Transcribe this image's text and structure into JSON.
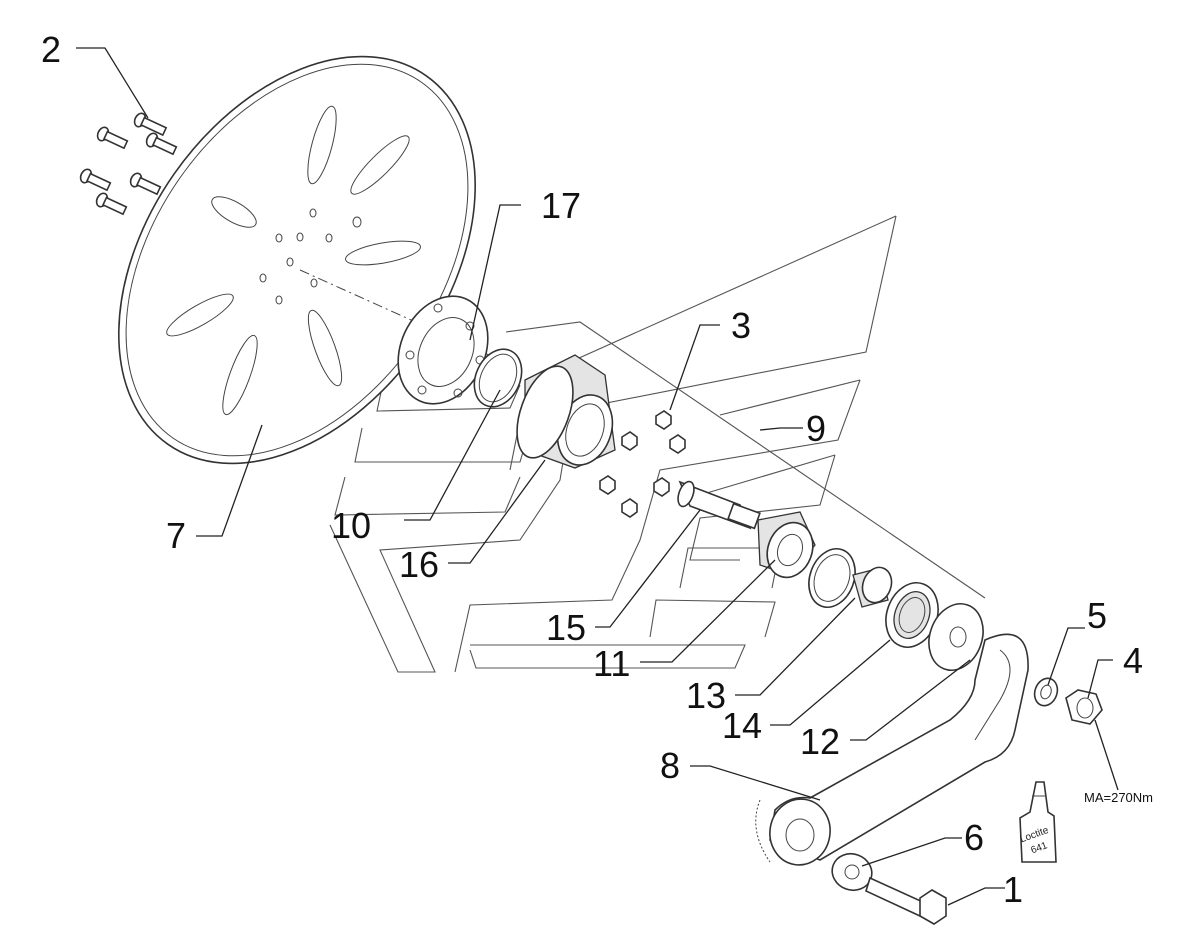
{
  "labels": {
    "l1": "1",
    "l2": "2",
    "l3": "3",
    "l4": "4",
    "l5": "5",
    "l6": "6",
    "l7": "7",
    "l8": "8",
    "l9": "9",
    "l10": "10",
    "l11": "11",
    "l12": "12",
    "l13": "13",
    "l14": "14",
    "l15": "15",
    "l16": "16",
    "l17": "17"
  },
  "torque_note": "MA=270Nm",
  "bottle": {
    "line1": "Loctite",
    "line2": "641"
  }
}
